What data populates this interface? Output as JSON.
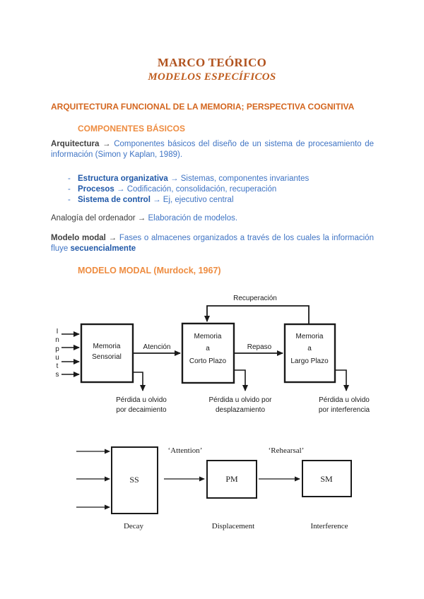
{
  "colors": {
    "title": "#b1531f",
    "subtitle": "#bf5c1e",
    "section_heading": "#d4661f",
    "sub_heading": "#ee8c40",
    "body_blue": "#3f74c4",
    "body_blue_dark": "#2058a8",
    "body_text": "#3d3d3d",
    "diagram_ink": "#1a1a1a",
    "page_background": "#ffffff"
  },
  "doc": {
    "title": "MARCO TEÓRICO",
    "subtitle": "MODELOS ESPECÍFICOS",
    "section_heading": "ARQUITECTURA FUNCIONAL DE LA MEMORIA; PERSPECTIVA COGNITIVA",
    "sub_heading": "COMPONENTES BÁSICOS",
    "model_heading": "MODELO MODAL (Murdock, 1967)",
    "arrow": "→",
    "list_marker": "-",
    "para_arquitectura": {
      "lead": "Arquitectura",
      "body": "Componentes básicos del diseño de un sistema de procesamiento de información (Simon y Kaplan, 1989)."
    },
    "bullets": [
      {
        "term": "Estructura organizativa",
        "desc": "Sistemas, componentes invariantes"
      },
      {
        "term": "Procesos",
        "desc": "Codificación, consolidación, recuperación"
      },
      {
        "term": "Sistema de control",
        "desc": "Ej, ejecutivo central"
      }
    ],
    "para_analogia": {
      "lead": "Analogía del ordenador",
      "body": "Elaboración de modelos."
    },
    "para_modelo": {
      "lead": "Modelo modal",
      "body": "Fases o almacenes organizados a través de los cuales la información fluye",
      "tail": "secuencialmente"
    }
  },
  "diagram_modal": {
    "recuperacion": "Recuperación",
    "atencion": "Atención",
    "repaso": "Repaso",
    "inputs": [
      "I",
      "n",
      "p",
      "u",
      "t",
      "s"
    ],
    "box_sensorial": [
      "Memoria",
      "Sensorial"
    ],
    "box_corto": [
      "Memoria",
      "a",
      "Corto Plazo"
    ],
    "box_largo": [
      "Memoria",
      "a",
      "Largo Plazo"
    ],
    "loss_sensorial": [
      "Pérdida u olvido",
      "por decaimiento"
    ],
    "loss_corto": [
      "Pérdida u olvido por",
      "desplazamiento"
    ],
    "loss_largo": [
      "Pérdida u olvido",
      "por interferencia"
    ]
  },
  "diagram_stores": {
    "attention": "‘Attention’",
    "rehearsal": "‘Rehearsal’",
    "box_ss": "SS",
    "box_pm": "PM",
    "box_sm": "SM",
    "caption_ss": "Decay",
    "caption_pm": "Displacement",
    "caption_sm": "Interference"
  }
}
